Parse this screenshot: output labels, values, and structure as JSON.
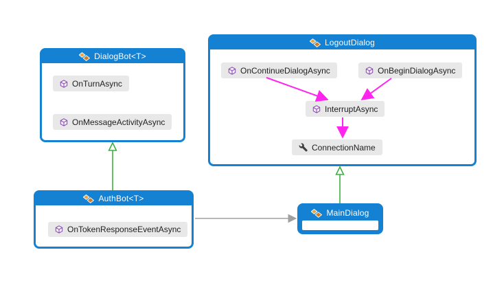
{
  "diagram": {
    "kind": "code-map-class-diagram",
    "background": "#ffffff",
    "colors": {
      "node_border": "#1581d3",
      "node_header_bg": "#1581d3",
      "header_text": "#ffffff",
      "member_bg": "#e8e8e8",
      "member_text": "#1e1e1e",
      "call_arrow": "#ff25ef",
      "inheritance_arrow": "#3cb03c",
      "reference_arrow": "#a0a0a0",
      "class_icon_light": "#eba33c",
      "class_icon_dark": "#c9802b",
      "method_icon": "#8347ad",
      "property_icon": "#3f3f3f"
    },
    "nodes": [
      {
        "id": "dialogbot",
        "label": "DialogBot<T>",
        "icon": "class-icon",
        "members": [
          {
            "label": "OnTurnAsync",
            "icon": "method-icon"
          },
          {
            "label": "OnMessageActivityAsync",
            "icon": "method-icon"
          }
        ]
      },
      {
        "id": "logoutdialog",
        "label": "LogoutDialog",
        "icon": "class-icon",
        "members": [
          {
            "label": "OnContinueDialogAsync",
            "icon": "method-icon"
          },
          {
            "label": "OnBeginDialogAsync",
            "icon": "method-icon"
          },
          {
            "label": "InterruptAsync",
            "icon": "method-icon"
          },
          {
            "label": "ConnectionName",
            "icon": "property-wrench-icon"
          }
        ]
      },
      {
        "id": "authbot",
        "label": "AuthBot<T>",
        "icon": "class-icon",
        "members": [
          {
            "label": "OnTokenResponseEventAsync",
            "icon": "method-icon"
          }
        ]
      },
      {
        "id": "maindialog",
        "label": "MainDialog",
        "icon": "class-icon",
        "members": []
      }
    ],
    "edges": [
      {
        "from": "AuthBot<T>",
        "to": "DialogBot<T>",
        "type": "inheritance",
        "color": "#3cb03c"
      },
      {
        "from": "MainDialog",
        "to": "LogoutDialog",
        "type": "inheritance",
        "color": "#3cb03c"
      },
      {
        "from": "OnTokenResponseEventAsync",
        "to": "MainDialog",
        "type": "reference",
        "color": "#a0a0a0"
      },
      {
        "from": "OnContinueDialogAsync",
        "to": "InterruptAsync",
        "type": "call",
        "color": "#ff25ef"
      },
      {
        "from": "OnBeginDialogAsync",
        "to": "InterruptAsync",
        "type": "call",
        "color": "#ff25ef"
      },
      {
        "from": "InterruptAsync",
        "to": "ConnectionName",
        "type": "call",
        "color": "#ff25ef"
      }
    ]
  }
}
